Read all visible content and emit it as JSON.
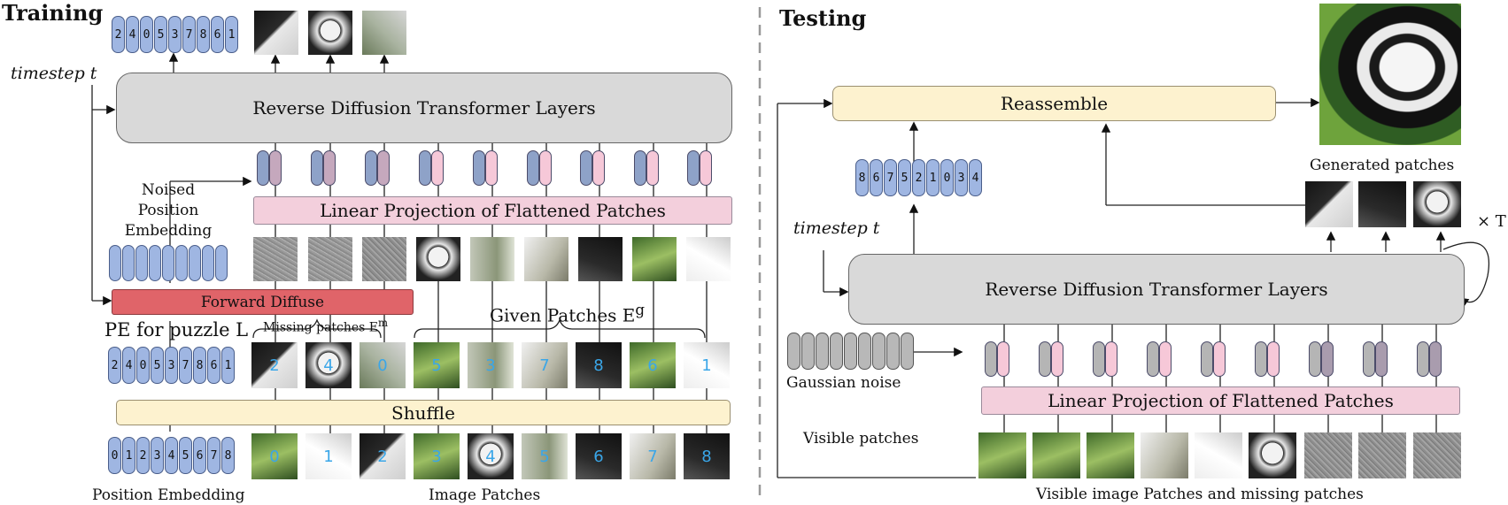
{
  "training": {
    "title": "Training",
    "timestep": "timestep t",
    "reverse_layers": "Reverse Diffusion Transformer Layers",
    "noised_pe": [
      "Noised",
      "Position",
      "Embedding"
    ],
    "linear_projection": "Linear Projection of Flattened Patches",
    "forward_diffuse": "Forward Diffuse",
    "pe_for_puzzle": "PE for puzzle L",
    "missing_patches": "Missing patches E",
    "missing_sup": "m",
    "given_patches": "Given Patches E",
    "given_sup": "g",
    "shuffle": "Shuffle",
    "position_embedding": "Position Embedding",
    "image_patches": "Image Patches",
    "output_sequence": [
      "2",
      "4",
      "0",
      "5",
      "3",
      "7",
      "8",
      "6",
      "1"
    ],
    "puzzle_sequence": [
      "2",
      "4",
      "0",
      "5",
      "3",
      "7",
      "8",
      "6",
      "1"
    ],
    "position_sequence": [
      "0",
      "1",
      "2",
      "3",
      "4",
      "5",
      "6",
      "7",
      "8"
    ],
    "shuffled_patch_labels": [
      "2",
      "4",
      "0",
      "5",
      "3",
      "7",
      "8",
      "6",
      "1"
    ],
    "image_patch_labels": [
      "0",
      "1",
      "2",
      "3",
      "4",
      "5",
      "6",
      "7",
      "8"
    ]
  },
  "testing": {
    "title": "Testing",
    "reassemble": "Reassemble",
    "generated_patches": "Generated  patches",
    "times_t": "× T",
    "timestep": "timestep t",
    "reverse_layers": "Reverse Diffusion Transformer Layers",
    "gaussian_noise": "Gaussian noise",
    "linear_projection": "Linear Projection of Flattened Patches",
    "visible_patches": "Visible patches",
    "bottom_caption": "Visible image Patches and missing patches",
    "predicted_sequence": [
      "8",
      "6",
      "7",
      "5",
      "2",
      "1",
      "0",
      "3",
      "4"
    ]
  },
  "colors": {
    "gray_block": "#d9d9d9",
    "pink_block": "#f3cfdc",
    "yellow_block": "#fdf2cf",
    "red_block": "#e06469",
    "token_blue": "#9fb6e2"
  }
}
